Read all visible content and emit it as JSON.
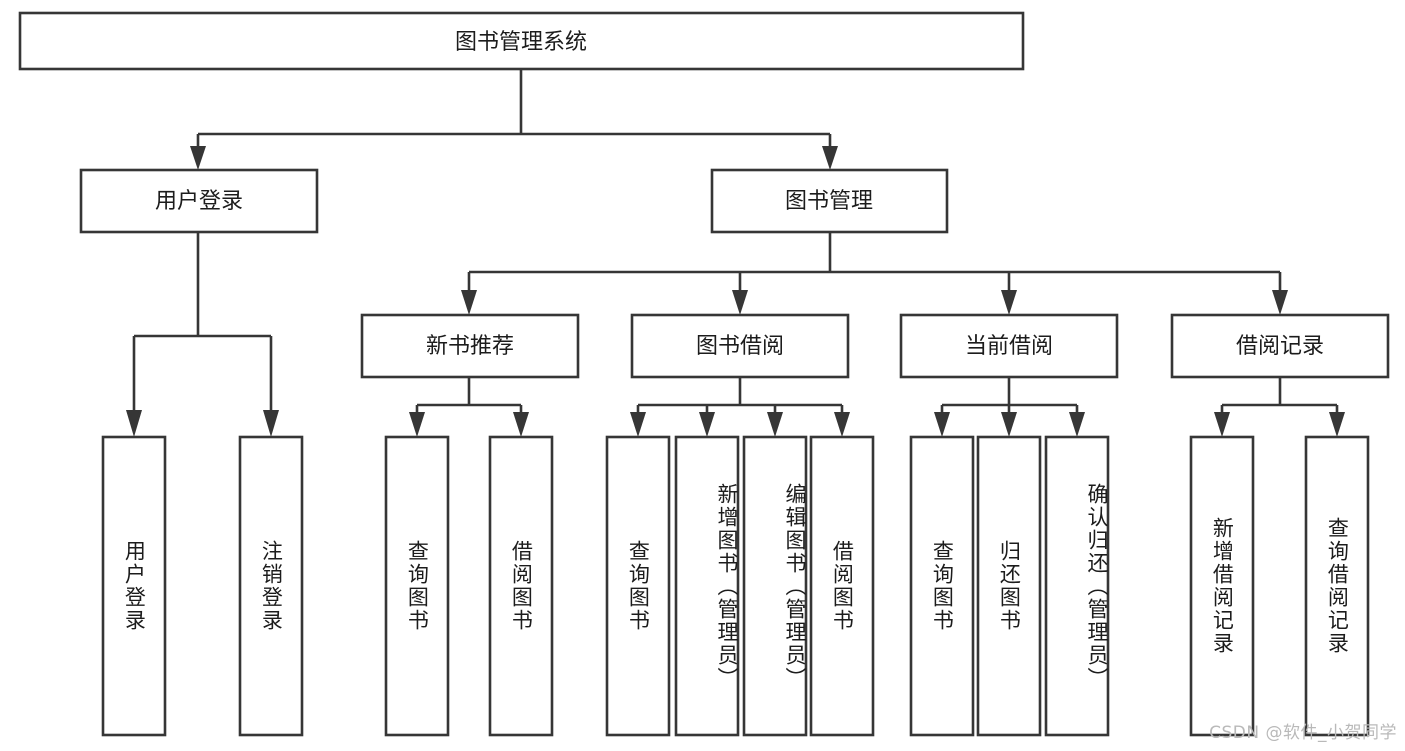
{
  "diagram": {
    "type": "hierarchy-tree",
    "title": "图书管理系统",
    "watermark": "CSDN @软件_小贺同学",
    "colors": {
      "box_stroke": "#363636",
      "box_fill": "#ffffff",
      "text": "#1c1c1c",
      "background": "#ffffff",
      "watermark": "#b9b9b9"
    },
    "root": {
      "id": "root",
      "label": "图书管理系统"
    },
    "level2": [
      {
        "id": "user-login",
        "label": "用户登录"
      },
      {
        "id": "book-manage",
        "label": "图书管理"
      }
    ],
    "level3": [
      {
        "id": "new-book-recommend",
        "label": "新书推荐",
        "parent": "book-manage"
      },
      {
        "id": "book-borrow",
        "label": "图书借阅",
        "parent": "book-manage"
      },
      {
        "id": "current-borrow",
        "label": "当前借阅",
        "parent": "book-manage"
      },
      {
        "id": "borrow-record",
        "label": "借阅记录",
        "parent": "book-manage"
      }
    ],
    "leaves": [
      {
        "id": "leaf-user-login",
        "label": "用户登录",
        "parent": "user-login"
      },
      {
        "id": "leaf-user-logout",
        "label": "注销登录",
        "parent": "user-login"
      },
      {
        "id": "leaf-query-book-1",
        "label": "查询图书",
        "parent": "new-book-recommend"
      },
      {
        "id": "leaf-borrow-book-1",
        "label": "借阅图书",
        "parent": "new-book-recommend"
      },
      {
        "id": "leaf-query-book-2",
        "label": "查询图书",
        "parent": "book-borrow"
      },
      {
        "id": "leaf-add-book",
        "label": "新增图书（管理员）",
        "parent": "book-borrow"
      },
      {
        "id": "leaf-edit-book",
        "label": "编辑图书（管理员）",
        "parent": "book-borrow"
      },
      {
        "id": "leaf-borrow-book-2",
        "label": "借阅图书",
        "parent": "book-borrow"
      },
      {
        "id": "leaf-query-book-3",
        "label": "查询图书",
        "parent": "current-borrow"
      },
      {
        "id": "leaf-return-book",
        "label": "归还图书",
        "parent": "current-borrow"
      },
      {
        "id": "leaf-confirm-return",
        "label": "确认归还（管理员）",
        "parent": "current-borrow"
      },
      {
        "id": "leaf-add-record",
        "label": "新增借阅记录",
        "parent": "borrow-record"
      },
      {
        "id": "leaf-query-record",
        "label": "查询借阅记录",
        "parent": "borrow-record"
      }
    ]
  }
}
